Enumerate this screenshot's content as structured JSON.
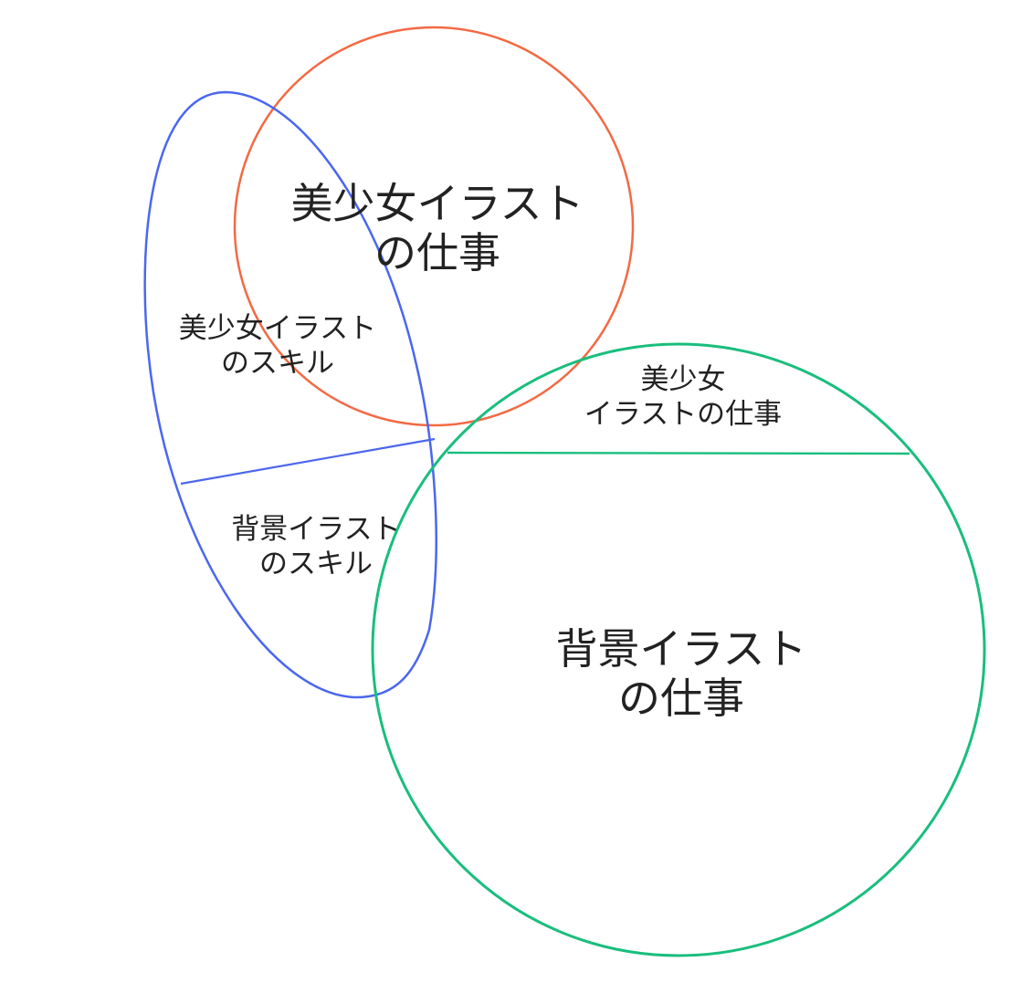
{
  "colors": {
    "orange_circle": "#F26A44",
    "blue_ellipse": "#4B67EE",
    "green_circle": "#19BE7D",
    "text": "#222222"
  },
  "labels": {
    "bishoujo_work": [
      "美少女イラスト",
      "の仕事"
    ],
    "background_work": [
      "背景イラスト",
      "の仕事"
    ],
    "bishoujo_skill": [
      "美少女イラスト",
      "のスキル"
    ],
    "background_skill": [
      "背景イラスト",
      "のスキル"
    ],
    "bishoujo_illustration_work_small": [
      "美少女",
      "イラストの仕事"
    ]
  }
}
